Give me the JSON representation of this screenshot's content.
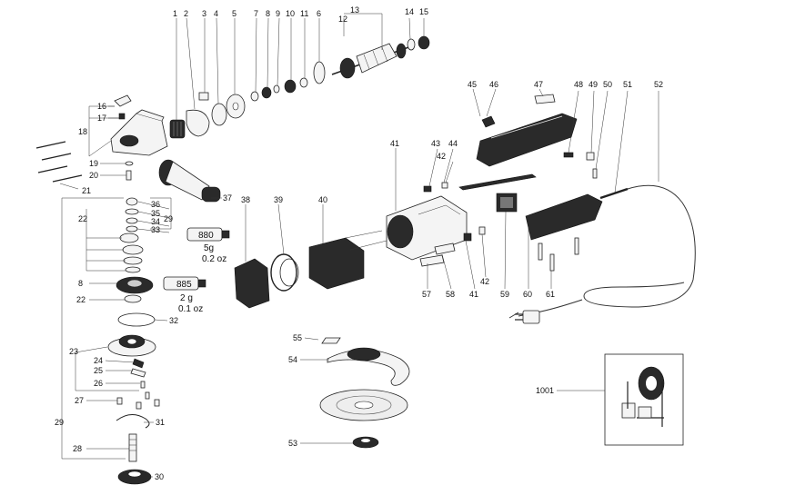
{
  "labels": {
    "p1": "1",
    "p2": "2",
    "p3": "3",
    "p4": "4",
    "p5": "5",
    "p7": "7",
    "p8": "8",
    "p9": "9",
    "p10": "10",
    "p11": "11",
    "p6": "6",
    "p13": "13",
    "p12": "12",
    "p14": "14",
    "p15": "15",
    "p16": "16",
    "p17": "17",
    "p18": "18",
    "p19": "19",
    "p20": "20",
    "p21": "21",
    "p36": "36",
    "p35": "35",
    "p34": "34",
    "p33": "33",
    "p22a": "22",
    "p29a": "29",
    "p37": "37",
    "p38": "38",
    "p39": "39",
    "p40": "40",
    "p41a": "41",
    "p43": "43",
    "p44": "44",
    "p42a": "42",
    "p45": "45",
    "p46": "46",
    "p47": "47",
    "p48": "48",
    "p49": "49",
    "p50": "50",
    "p51": "51",
    "p52": "52",
    "p8b": "8",
    "p22b": "22",
    "p32": "32",
    "p23": "23",
    "p24": "24",
    "p25": "25",
    "p26": "26",
    "p27": "27",
    "p31": "31",
    "p28": "28",
    "p30": "30",
    "p29b": "29",
    "p55": "55",
    "p54": "54",
    "p53": "53",
    "p57": "57",
    "p58": "58",
    "p41b": "41",
    "p42b": "42",
    "p59": "59",
    "p60": "60",
    "p61": "61",
    "p1001": "1001"
  },
  "annotations": {
    "grease1_label": "880",
    "grease1_amount": "5g",
    "grease1_oz": "0.2 oz",
    "grease2_label": "885",
    "grease2_amount": "2 g",
    "grease2_oz": "0.1 oz"
  }
}
